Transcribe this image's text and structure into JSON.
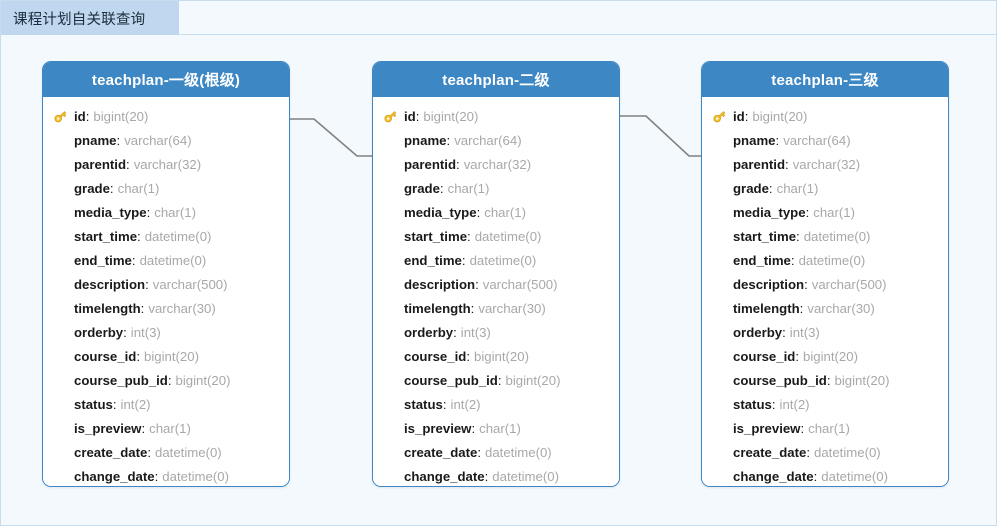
{
  "diagram": {
    "title": "课程计划自关联查询",
    "type": "er-diagram",
    "background_color": "#f4f9fd",
    "tab_color": "#bfd8ef",
    "entity_header_color": "#3c87c4",
    "entity_border_color": "#3c87c4",
    "connector_color": "#808080"
  },
  "entities": [
    {
      "name": "teachplan-一级(根级)",
      "fields": [
        {
          "name": "id",
          "type": "bigint(20)",
          "primary_key": true
        },
        {
          "name": "pname",
          "type": "varchar(64)",
          "primary_key": false
        },
        {
          "name": "parentid",
          "type": "varchar(32)",
          "primary_key": false
        },
        {
          "name": "grade",
          "type": "char(1)",
          "primary_key": false
        },
        {
          "name": "media_type",
          "type": "char(1)",
          "primary_key": false
        },
        {
          "name": "start_time",
          "type": "datetime(0)",
          "primary_key": false
        },
        {
          "name": "end_time",
          "type": "datetime(0)",
          "primary_key": false
        },
        {
          "name": "description",
          "type": "varchar(500)",
          "primary_key": false
        },
        {
          "name": "timelength",
          "type": "varchar(30)",
          "primary_key": false
        },
        {
          "name": "orderby",
          "type": "int(3)",
          "primary_key": false
        },
        {
          "name": "course_id",
          "type": "bigint(20)",
          "primary_key": false
        },
        {
          "name": "course_pub_id",
          "type": "bigint(20)",
          "primary_key": false
        },
        {
          "name": "status",
          "type": "int(2)",
          "primary_key": false
        },
        {
          "name": "is_preview",
          "type": "char(1)",
          "primary_key": false
        },
        {
          "name": "create_date",
          "type": "datetime(0)",
          "primary_key": false
        },
        {
          "name": "change_date",
          "type": "datetime(0)",
          "primary_key": false
        }
      ]
    },
    {
      "name": "teachplan-二级",
      "fields": [
        {
          "name": "id",
          "type": "bigint(20)",
          "primary_key": true
        },
        {
          "name": "pname",
          "type": "varchar(64)",
          "primary_key": false
        },
        {
          "name": "parentid",
          "type": "varchar(32)",
          "primary_key": false
        },
        {
          "name": "grade",
          "type": "char(1)",
          "primary_key": false
        },
        {
          "name": "media_type",
          "type": "char(1)",
          "primary_key": false
        },
        {
          "name": "start_time",
          "type": "datetime(0)",
          "primary_key": false
        },
        {
          "name": "end_time",
          "type": "datetime(0)",
          "primary_key": false
        },
        {
          "name": "description",
          "type": "varchar(500)",
          "primary_key": false
        },
        {
          "name": "timelength",
          "type": "varchar(30)",
          "primary_key": false
        },
        {
          "name": "orderby",
          "type": "int(3)",
          "primary_key": false
        },
        {
          "name": "course_id",
          "type": "bigint(20)",
          "primary_key": false
        },
        {
          "name": "course_pub_id",
          "type": "bigint(20)",
          "primary_key": false
        },
        {
          "name": "status",
          "type": "int(2)",
          "primary_key": false
        },
        {
          "name": "is_preview",
          "type": "char(1)",
          "primary_key": false
        },
        {
          "name": "create_date",
          "type": "datetime(0)",
          "primary_key": false
        },
        {
          "name": "change_date",
          "type": "datetime(0)",
          "primary_key": false
        }
      ]
    },
    {
      "name": "teachplan-三级",
      "fields": [
        {
          "name": "id",
          "type": "bigint(20)",
          "primary_key": true
        },
        {
          "name": "pname",
          "type": "varchar(64)",
          "primary_key": false
        },
        {
          "name": "parentid",
          "type": "varchar(32)",
          "primary_key": false
        },
        {
          "name": "grade",
          "type": "char(1)",
          "primary_key": false
        },
        {
          "name": "media_type",
          "type": "char(1)",
          "primary_key": false
        },
        {
          "name": "start_time",
          "type": "datetime(0)",
          "primary_key": false
        },
        {
          "name": "end_time",
          "type": "datetime(0)",
          "primary_key": false
        },
        {
          "name": "description",
          "type": "varchar(500)",
          "primary_key": false
        },
        {
          "name": "timelength",
          "type": "varchar(30)",
          "primary_key": false
        },
        {
          "name": "orderby",
          "type": "int(3)",
          "primary_key": false
        },
        {
          "name": "course_id",
          "type": "bigint(20)",
          "primary_key": false
        },
        {
          "name": "course_pub_id",
          "type": "bigint(20)",
          "primary_key": false
        },
        {
          "name": "status",
          "type": "int(2)",
          "primary_key": false
        },
        {
          "name": "is_preview",
          "type": "char(1)",
          "primary_key": false
        },
        {
          "name": "create_date",
          "type": "datetime(0)",
          "primary_key": false
        },
        {
          "name": "change_date",
          "type": "datetime(0)",
          "primary_key": false
        }
      ]
    }
  ],
  "connectors": [
    {
      "from": "teachplan-一级(根级)",
      "to": "teachplan-二级"
    },
    {
      "from": "teachplan-二级",
      "to": "teachplan-三级"
    }
  ]
}
